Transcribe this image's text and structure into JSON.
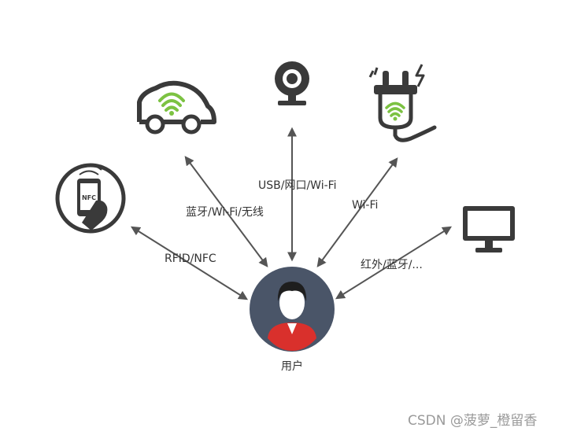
{
  "labels": {
    "rfid_nfc": "RFID/NFC",
    "car": "蓝牙/Wi-Fi/无线",
    "camera": "USB/网口/Wi-Fi",
    "plug": "Wi-Fi",
    "monitor": "红外/蓝牙/...",
    "user": "用户"
  },
  "devices": {
    "nfc_text": "NFC"
  },
  "watermark": "CSDN @菠萝_橙留香",
  "colors": {
    "icon_dark": "#3a3a3a",
    "wifi_green": "#7cc242",
    "user_bg": "#4a5568",
    "user_shirt": "#d9302c",
    "arrow": "#555555"
  },
  "icons": [
    "nfc-phone-icon",
    "car-icon",
    "webcam-icon",
    "smart-plug-icon",
    "monitor-icon",
    "user-avatar-icon"
  ]
}
